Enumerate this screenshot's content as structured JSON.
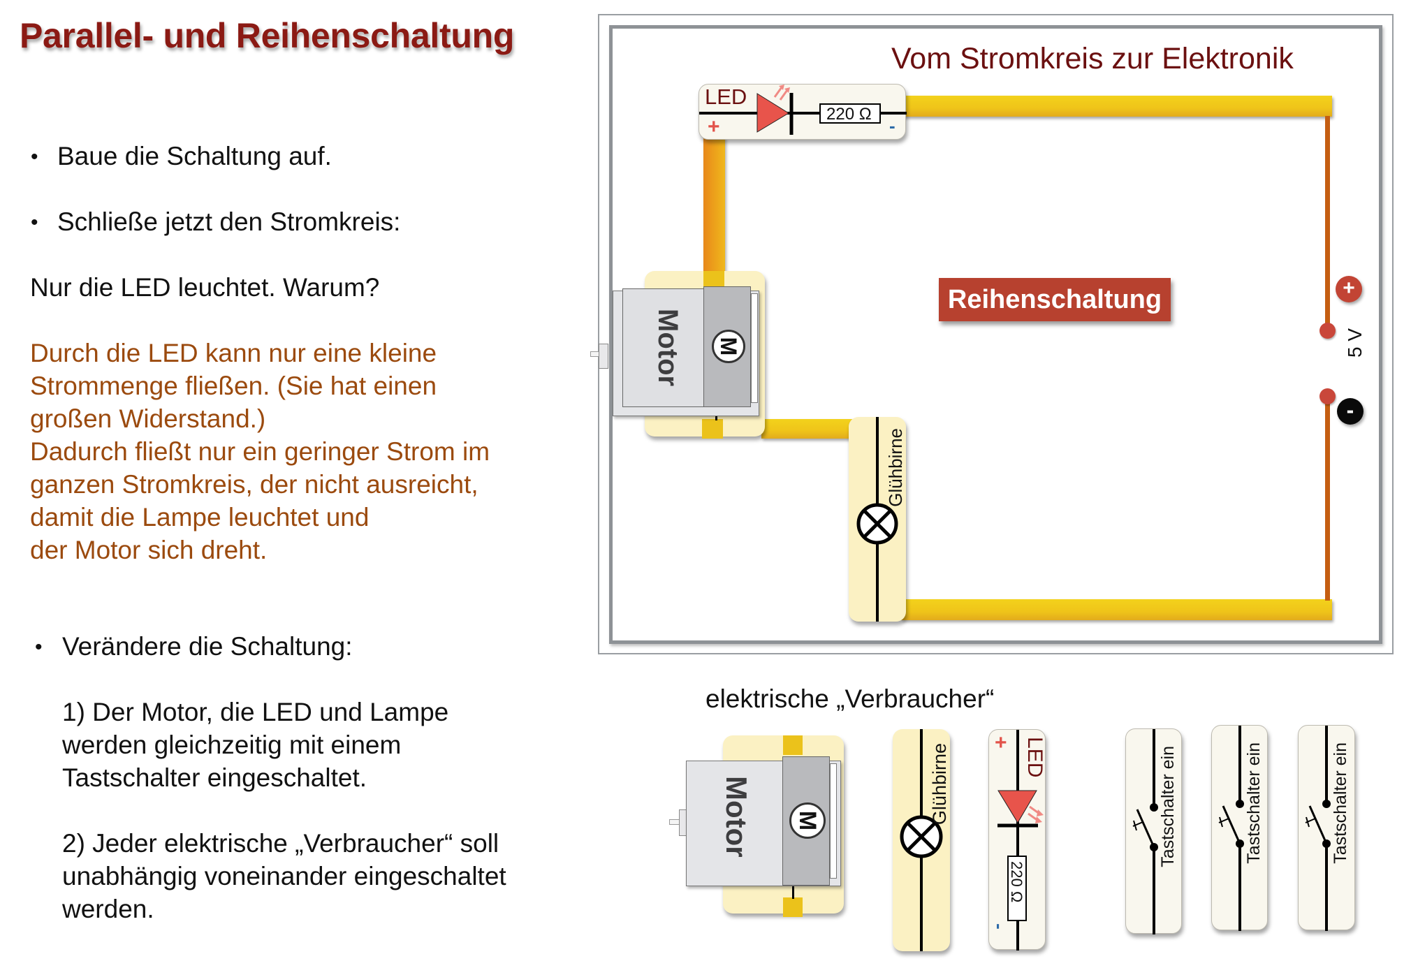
{
  "heading": "Parallel- und Reihenschaltung",
  "instructions": {
    "bullet_1": "Baue die Schaltung auf.",
    "bullet_2": "Schließe jetzt den Stromkreis:",
    "question": "Nur die LED leuchtet. Warum?",
    "answer_lines": [
      "Durch die LED kann nur eine kleine",
      "Strommenge fließen. (Sie hat einen",
      "großen Widerstand.)",
      "Dadurch fließt nur ein geringer Strom im",
      "ganzen Stromkreis, der nicht ausreicht,",
      "damit die Lampe leuchtet und",
      "der Motor sich dreht."
    ],
    "bullet_3": "Verändere die Schaltung:",
    "task_1_lines": [
      "1) Der Motor, die LED und Lampe",
      "werden gleichzeitig mit einem",
      "Tastschalter eingeschaltet."
    ],
    "task_2_lines": [
      "2) Jeder elektrische „Verbraucher“ soll",
      "unabhängig  voneinander eingeschaltet",
      "werden."
    ],
    "bullet_glyph": "•"
  },
  "circuit": {
    "title": "Vom Stromkreis zur Elektronik",
    "badge": "Reihenschaltung",
    "led": {
      "label": "LED",
      "resistor": "220 Ω",
      "plus": "+",
      "minus": "-"
    },
    "motor": {
      "label": "Motor",
      "symbol": "M"
    },
    "lamp": {
      "label": "Glühbirne"
    },
    "battery": {
      "voltage": "5 V",
      "plus": "+",
      "minus": "-"
    }
  },
  "palette": {
    "title": "elektrische „Verbraucher“",
    "motor": {
      "label": "Motor",
      "symbol": "M"
    },
    "lamp": {
      "label": "Glühbirne"
    },
    "led": {
      "label": "LED",
      "resistor": "220 Ω",
      "plus": "+",
      "minus": "-"
    },
    "switches": [
      {
        "label": "Tastschalter ein"
      },
      {
        "label": "Tastschalter ein"
      },
      {
        "label": "Tastschalter ein"
      }
    ]
  },
  "colors": {
    "heading": "#8B1A14",
    "answer_text": "#9B4A0E",
    "badge": "#B7412F",
    "wire": "#F0C41A",
    "led_red": "#E8544B"
  }
}
